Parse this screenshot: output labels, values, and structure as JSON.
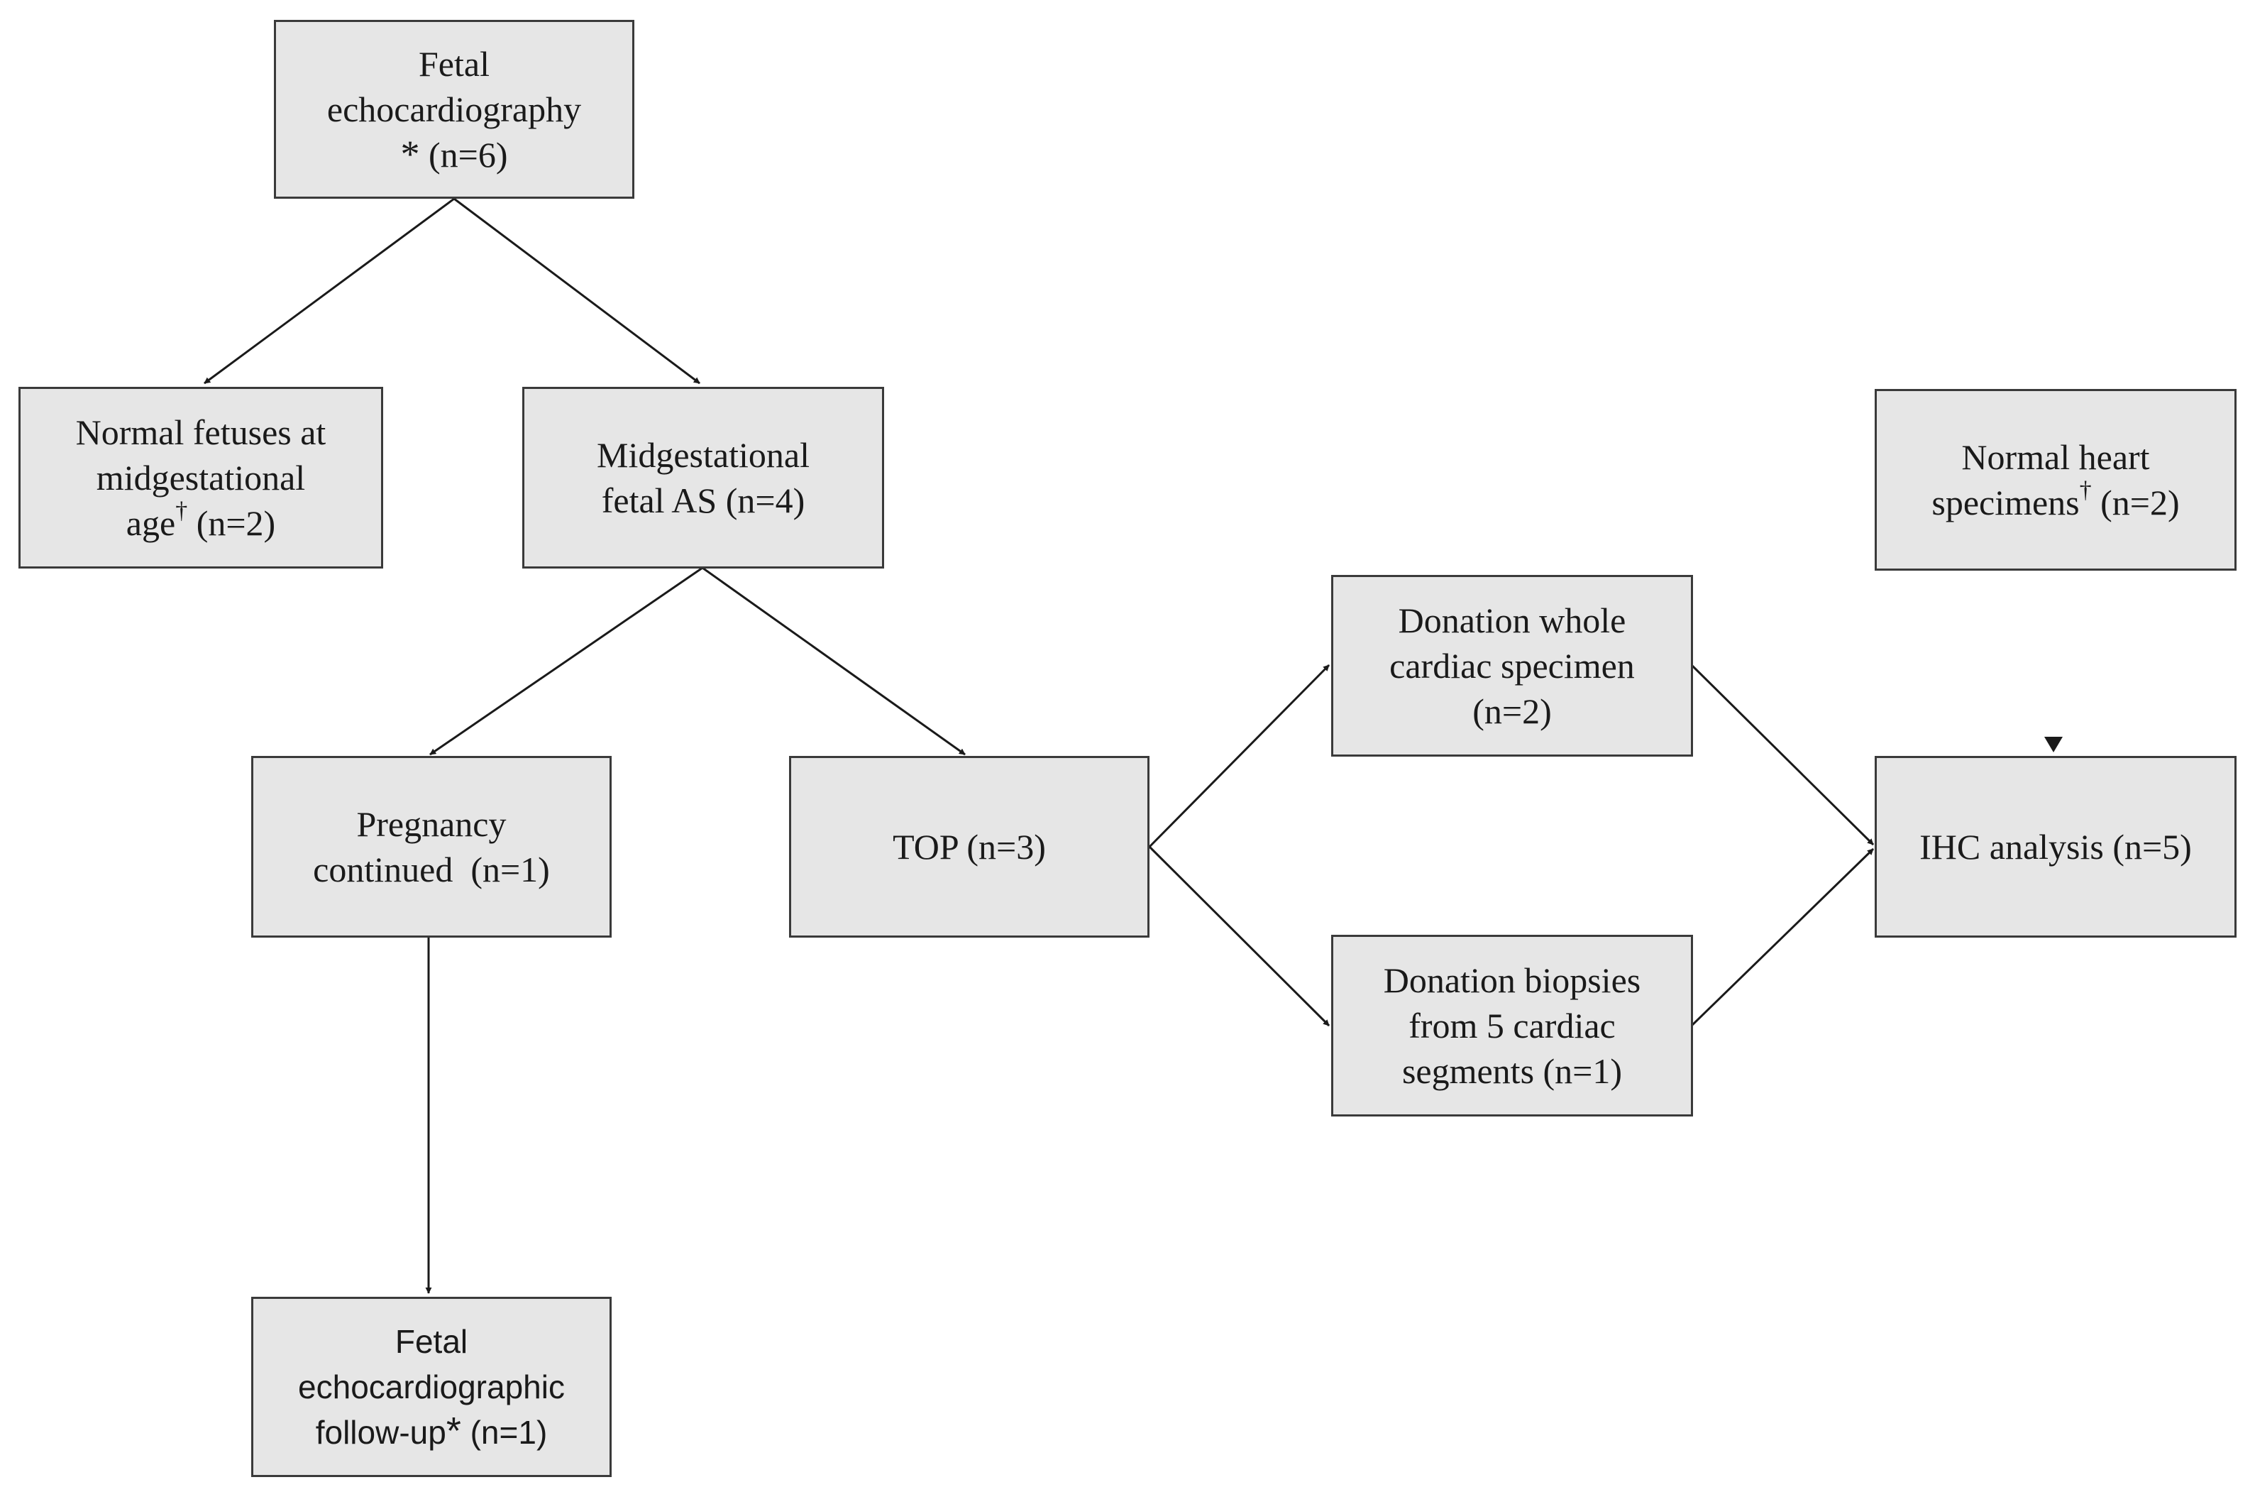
{
  "colors": {
    "box_fill": "#e6e6e6",
    "box_border": "#3a3a3a",
    "arrow": "#1a1a1a",
    "background": "#ffffff"
  },
  "nodes": {
    "fetal_echo": {
      "lines": [
        "Fetal",
        "echocardiography"
      ],
      "mark": "*",
      "count": "(n=6)"
    },
    "normal_fetuses": {
      "lines": [
        "Normal fetuses at",
        "midgestational"
      ],
      "prefix": "age",
      "mark": "†",
      "count": "(n=2)"
    },
    "midgestational_as": {
      "lines": [
        "Midgestational",
        "fetal AS (n=4)"
      ]
    },
    "pregnancy_continued": {
      "lines": [
        "Pregnancy",
        "continued  (n=1)"
      ]
    },
    "top": {
      "lines": [
        "TOP (n=3)"
      ]
    },
    "followup": {
      "lines": [
        "Fetal",
        "echocardiographic"
      ],
      "prefix": "follow-up",
      "mark": "*",
      "count": "(n=1)"
    },
    "donation_whole": {
      "lines": [
        "Donation whole",
        "cardiac specimen",
        "(n=2)"
      ]
    },
    "donation_biopsies": {
      "lines": [
        "Donation biopsies",
        "from 5 cardiac",
        "segments (n=1)"
      ]
    },
    "normal_heart": {
      "lines": [
        "Normal heart"
      ],
      "prefix": "specimens",
      "mark": "†",
      "count": "(n=2)"
    },
    "ihc": {
      "lines": [
        "IHC analysis (n=5)"
      ]
    }
  }
}
